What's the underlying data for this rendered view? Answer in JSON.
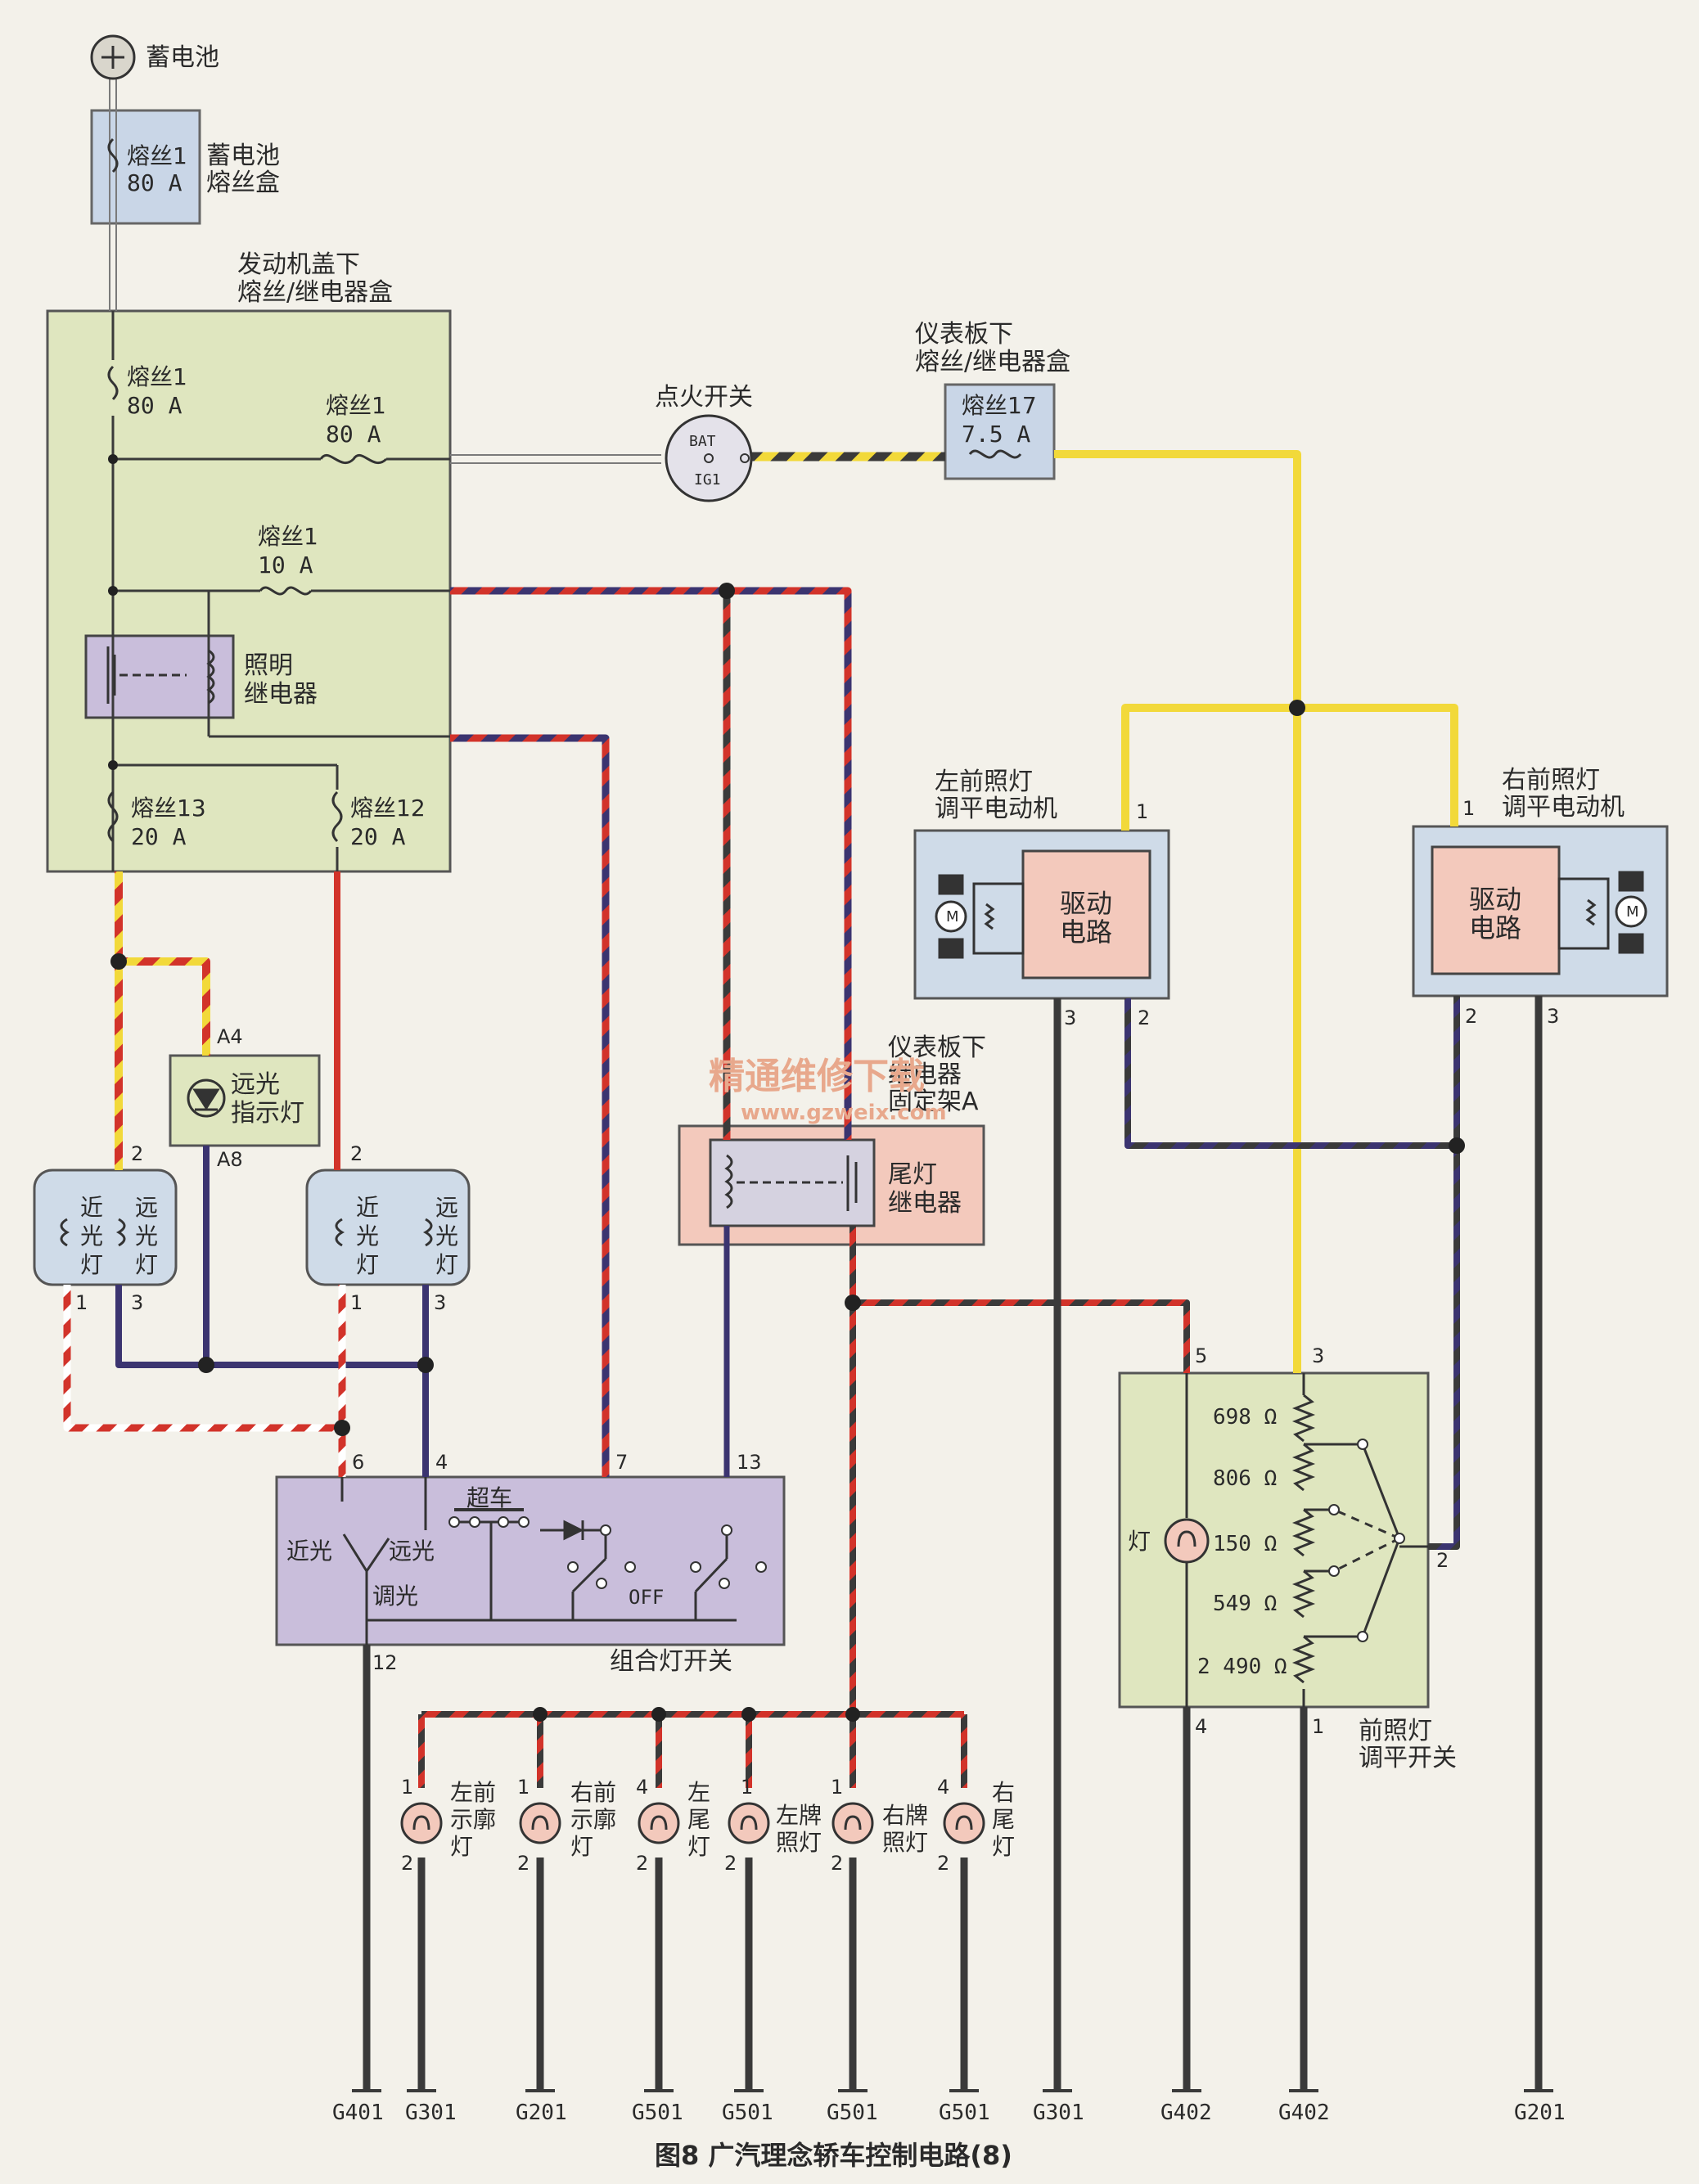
{
  "battery": {
    "label": "蓄电池"
  },
  "battery_fuse_box": {
    "fuse_name": "熔丝1",
    "fuse_rating": "80 A",
    "label_line1": "蓄电池",
    "label_line2": "熔丝盒"
  },
  "engine_box": {
    "title_line1": "发动机盖下",
    "title_line2": "熔丝/继电器盒",
    "fuse_main": {
      "name": "熔丝1",
      "rating": "80 A"
    },
    "fuse_right": {
      "name": "熔丝1",
      "rating": "80 A"
    },
    "fuse_10a": {
      "name": "熔丝1",
      "rating": "10 A"
    },
    "relay_line1": "照明",
    "relay_line2": "继电器",
    "fuse13": {
      "name": "熔丝13",
      "rating": "20 A"
    },
    "fuse12": {
      "name": "熔丝12",
      "rating": "20 A"
    }
  },
  "ignition": {
    "title": "点火开关",
    "bat": "BAT",
    "ig1": "IG1"
  },
  "dash_box": {
    "title_line1": "仪表板下",
    "title_line2": "熔丝/继电器盒",
    "fuse_name": "熔丝17",
    "fuse_rating": "7.5 A"
  },
  "high_beam_indicator": {
    "line1": "远光",
    "line2": "指示灯",
    "pin_top": "A4",
    "pin_bottom": "A8"
  },
  "left_headlight": {
    "low": [
      "近",
      "光",
      "灯"
    ],
    "high": [
      "远",
      "光",
      "灯"
    ],
    "pin_top": "2",
    "pin1": "1",
    "pin3": "3"
  },
  "right_headlight": {
    "low": [
      "近",
      "光",
      "灯"
    ],
    "high": [
      "远",
      "光",
      "灯"
    ],
    "pin_top": "2",
    "pin1": "1",
    "pin3": "3"
  },
  "left_motor": {
    "title_line1": "左前照灯",
    "title_line2": "调平电动机",
    "drive_line1": "驱动",
    "drive_line2": "电路",
    "motor": "M",
    "pin1": "1",
    "pin3": "3",
    "pin2": "2"
  },
  "right_motor": {
    "title_line1": "右前照灯",
    "title_line2": "调平电动机",
    "drive_line1": "驱动",
    "drive_line2": "电路",
    "motor": "M",
    "pin1": "1",
    "pin2": "2",
    "pin3": "3"
  },
  "tail_relay": {
    "bracket_line1": "仪表板下",
    "bracket_line2": "继电器",
    "bracket_line3": "固定架A",
    "line1": "尾灯",
    "line2": "继电器"
  },
  "watermark": {
    "line1": "精通维修下载",
    "line2": "www.gzweix.com"
  },
  "combo_switch": {
    "label": "组合灯开关",
    "low": "近光",
    "high": "远光",
    "dim": "调光",
    "pass": "超车",
    "off": "OFF",
    "pins": {
      "p6": "6",
      "p4": "4",
      "p7": "7",
      "p13": "13",
      "p12": "12"
    }
  },
  "leveling_switch": {
    "label_line1": "前照灯",
    "label_line2": "调平开关",
    "lamp": "灯",
    "resistors": [
      "698 Ω",
      "806 Ω",
      "150 Ω",
      "549 Ω",
      "2 490 Ω"
    ],
    "pins": {
      "p5": "5",
      "p3": "3",
      "p2": "2",
      "p4": "4",
      "p1": "1"
    }
  },
  "lamps": [
    {
      "name_lines": [
        "左前",
        "示廓",
        "灯"
      ],
      "pin_top": "1",
      "pin_bottom": "2"
    },
    {
      "name_lines": [
        "右前",
        "示廓",
        "灯"
      ],
      "pin_top": "1",
      "pin_bottom": "2"
    },
    {
      "name_lines": [
        "左",
        "尾",
        "灯"
      ],
      "pin_top": "4",
      "pin_bottom": "2"
    },
    {
      "name_lines": [
        "左牌",
        "照灯"
      ],
      "pin_top": "1",
      "pin_bottom": "2"
    },
    {
      "name_lines": [
        "右牌",
        "照灯"
      ],
      "pin_top": "1",
      "pin_bottom": "2"
    },
    {
      "name_lines": [
        "右",
        "尾",
        "灯"
      ],
      "pin_top": "4",
      "pin_bottom": "2"
    }
  ],
  "grounds": [
    "G401",
    "G301",
    "G201",
    "G501",
    "G501",
    "G501",
    "G501",
    "G301",
    "G402",
    "G402",
    "G201"
  ],
  "caption": "图8  广汽理念轿车控制电路(8)",
  "colors": {
    "yellow": "#f2d93a",
    "red": "#d2332a",
    "blue_dark": "#3b3470",
    "black": "#3a3a3a",
    "box_green": "#dfe6bf",
    "box_blue": "#cfdbe8",
    "box_pink": "#f3c9bc",
    "box_purple": "#c9bedb"
  }
}
